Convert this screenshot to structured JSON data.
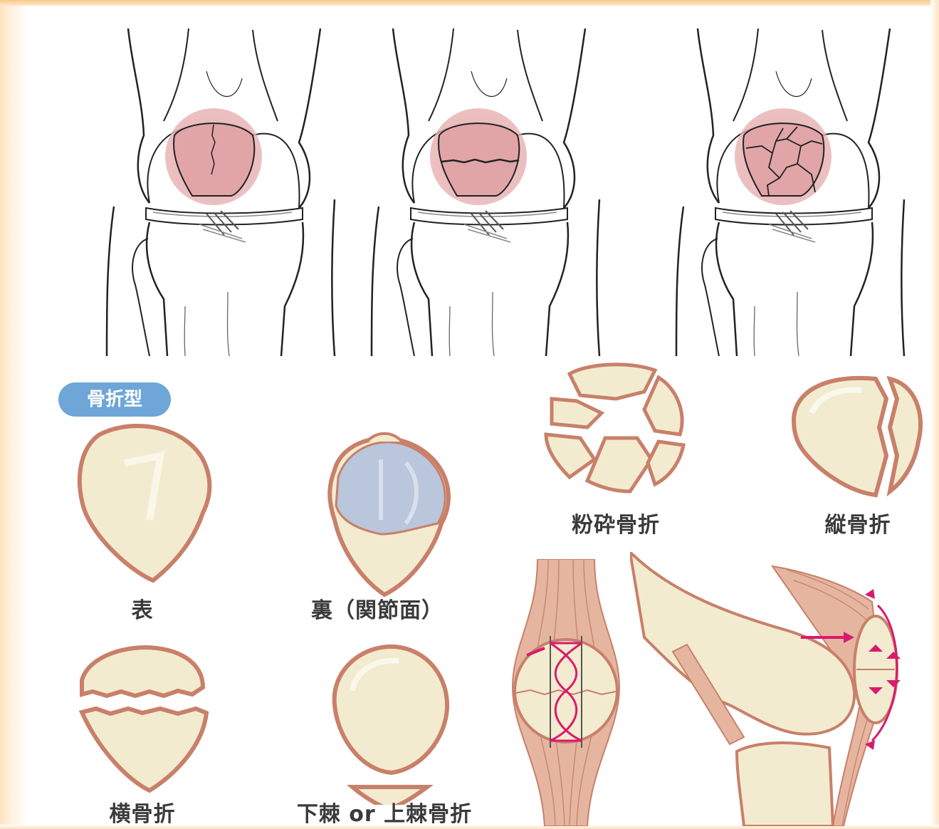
{
  "fracture_types_badge": "骨折型",
  "labels": {
    "front": "表",
    "back": "裏（関節面）",
    "transverse": "横骨折",
    "pole": "下棘 or 上棘骨折",
    "comminuted": "粉砕骨折",
    "longitudinal": "縦骨折"
  },
  "colors": {
    "bone_fill": "#f3ebcf",
    "bone_outline": "#c8806a",
    "fracture_highlight": "#e5a8a8",
    "patella_fill": "#e3a6a8",
    "articular_surface": "#b9c6dc",
    "wire": "#d81b6d",
    "tendon": "#d39c84",
    "badge": "#6ea6d8"
  }
}
